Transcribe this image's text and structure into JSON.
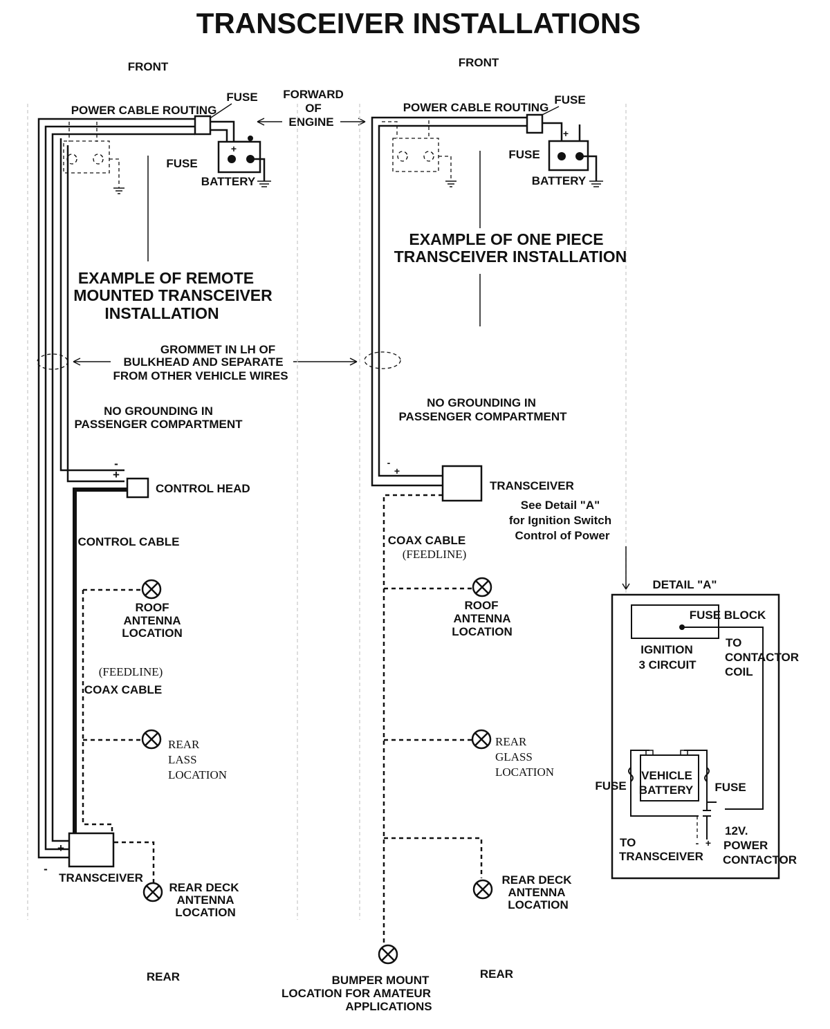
{
  "title": "TRANSCEIVER INSTALLATIONS",
  "front_label": "FRONT",
  "rear_label": "REAR",
  "forward_of_engine": [
    "FORWARD",
    "OF",
    "ENGINE"
  ],
  "grommet_note": [
    "GROMMET IN LH OF",
    "BULKHEAD AND SEPARATE",
    "FROM OTHER VEHICLE WIRES"
  ],
  "left": {
    "fuse_top": "FUSE",
    "power_cable_routing": "POWER CABLE ROUTING",
    "fuse": "FUSE",
    "battery": "BATTERY",
    "example_title": [
      "EXAMPLE OF REMOTE",
      "MOUNTED TRANSCEIVER",
      "INSTALLATION"
    ],
    "no_grounding": [
      "NO GROUNDING IN",
      "PASSENGER COMPARTMENT"
    ],
    "control_head": "CONTROL HEAD",
    "control_cable": "CONTROL CABLE",
    "roof_antenna": [
      "ROOF",
      "ANTENNA",
      "LOCATION"
    ],
    "feedline": "(FEEDLINE)",
    "coax_cable": "COAX CABLE",
    "rear_lass": [
      "REAR",
      "LASS",
      "LOCATION"
    ],
    "transceiver": "TRANSCEIVER",
    "rear_deck": [
      "REAR DECK",
      "ANTENNA",
      "LOCATION"
    ]
  },
  "right": {
    "fuse_top": "FUSE",
    "power_cable_routing": "POWER CABLE ROUTING",
    "fuse": "FUSE",
    "battery": "BATTERY",
    "example_title": [
      "EXAMPLE OF ONE PIECE",
      "TRANSCEIVER INSTALLATION"
    ],
    "no_grounding": [
      "NO GROUNDING IN",
      "PASSENGER COMPARTMENT"
    ],
    "transceiver": "TRANSCEIVER",
    "see_detail": [
      "See Detail \"A\"",
      "for Ignition Switch",
      "Control of Power"
    ],
    "coax_cable": "COAX CABLE",
    "feedline": "(FEEDLINE)",
    "roof_antenna": [
      "ROOF",
      "ANTENNA",
      "LOCATION"
    ],
    "rear_glass": [
      "REAR",
      "GLASS",
      "LOCATION"
    ],
    "rear_deck": [
      "REAR DECK",
      "ANTENNA",
      "LOCATION"
    ],
    "bumper_mount": [
      "BUMPER MOUNT",
      "LOCATION FOR AMATEUR",
      "APPLICATIONS"
    ]
  },
  "detail": {
    "title": "DETAIL \"A\"",
    "fuse_block": "FUSE BLOCK",
    "ignition": [
      "IGNITION",
      "3 CIRCUIT"
    ],
    "to_contactor": [
      "TO",
      "CONTACTOR",
      "COIL"
    ],
    "vehicle_battery": [
      "VEHICLE",
      "BATTERY"
    ],
    "fuse_left": "FUSE",
    "fuse_right": "FUSE",
    "to_transceiver": [
      "TO",
      "TRANSCEIVER"
    ],
    "power_contactor": [
      "12V.",
      "POWER",
      "CONTACTOR"
    ]
  },
  "symbols": {
    "plus": "+",
    "minus": "-"
  }
}
